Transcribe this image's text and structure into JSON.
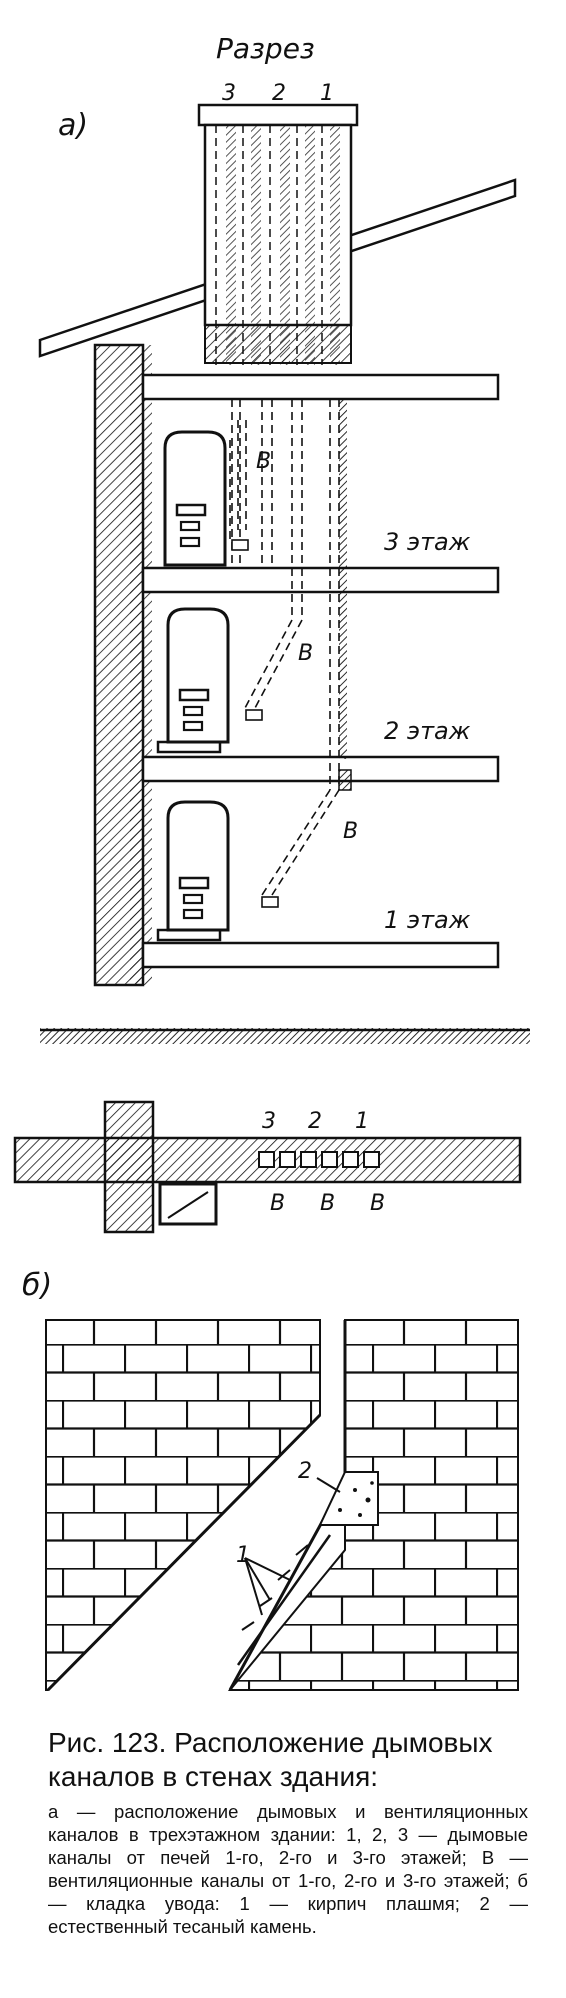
{
  "figure": {
    "title": "Разрез",
    "panel_a": "а)",
    "panel_b": "б)",
    "channel_numbers": [
      "3",
      "2",
      "1"
    ],
    "vent_label": "В",
    "floors": [
      "3 этаж",
      "2 этаж",
      "1 этаж"
    ],
    "plan_numbers": [
      "3",
      "2",
      "1"
    ],
    "plan_vents": [
      "В",
      "В",
      "В"
    ],
    "detail_labels": [
      "1",
      "2"
    ]
  },
  "caption": {
    "title": "Рис. 123. Расположение дымовых каналов в стенах здания:",
    "body": "а — расположение дымовых и вентиляционных каналов в трехэтажном здании: 1, 2, 3 — дымовые каналы от печей 1-го, 2-го и 3-го этажей; В — вентиляционные каналы от 1-го, 2-го и 3-го этажей; б — кладка увода: 1 — кирпич плашмя; 2 — естественный тесаный камень."
  }
}
